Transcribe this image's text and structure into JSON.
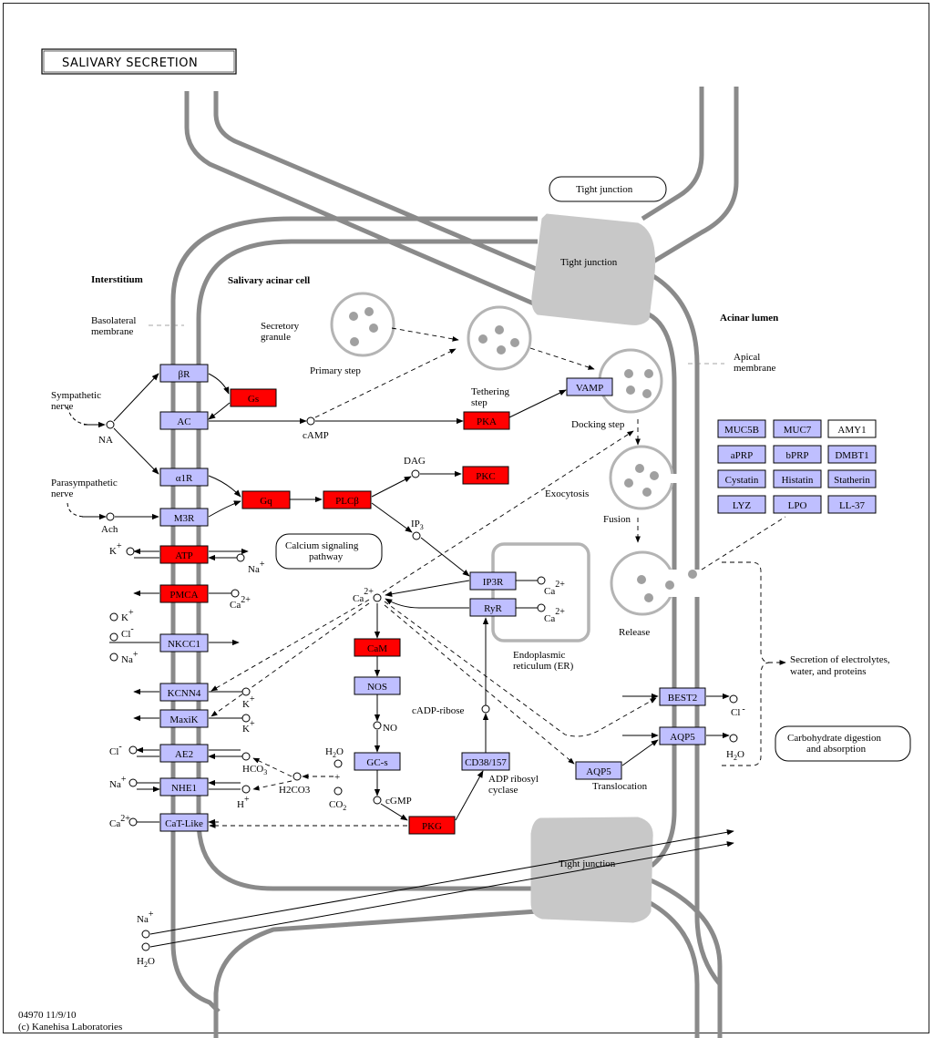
{
  "title": "SALIVARY SECRETION",
  "footer": {
    "line1": "04970 11/9/10",
    "line2": "(c) Kanehisa Laboratories"
  },
  "colors": {
    "gene_fill": "#bfbfff",
    "active_fill": "#ff0000",
    "membrane": "#8a8a8a",
    "junction": "#c8c8c8",
    "granule_dot": "#a0a0a0"
  },
  "region_labels": {
    "interstitium": "Interstitium",
    "acinar_cell": "Salivary acinar cell",
    "acinar_lumen": "Acinar lumen",
    "basolateral": [
      "Basolateral",
      "membrane"
    ],
    "apical": [
      "Apical",
      "membrane"
    ],
    "secretory_granule": [
      "Secretory",
      "granule"
    ],
    "primary_step": "Primary step",
    "tethering_step": [
      "Tethering",
      "step"
    ],
    "docking_step": "Docking step",
    "exocytosis": "Exocytosis",
    "fusion": "Fusion",
    "release": "Release",
    "sympathetic": [
      "Sympathetic",
      "nerve"
    ],
    "parasympathetic": [
      "Parasympathetic",
      "nerve"
    ],
    "er": [
      "Endoplasmic",
      "reticulum (ER)"
    ],
    "adp_ribosyl": [
      "ADP ribosyl",
      "cyclase"
    ],
    "translocation": "Translocation",
    "secretion": [
      "Secretion of electrolytes,",
      "water, and proteins"
    ]
  },
  "pathway_links": {
    "tight_junction_top": "Tight junction",
    "calcium": [
      "Calcium signaling",
      "pathway"
    ],
    "carbohydrate": [
      "Carbohydrate digestion",
      "and absorption"
    ]
  },
  "junctions": {
    "top": "Tight junction",
    "bottom": "Tight junction"
  },
  "compounds": {
    "NA": "NA",
    "Ach": "Ach",
    "cAMP": "cAMP",
    "DAG": "DAG",
    "IP3": "IP",
    "IP3_sub": "3",
    "Ca": "Ca",
    "Ca_sup": "2+",
    "K": "K",
    "K_sup": "+",
    "Na": "Na",
    "Na_sup": "+",
    "Cl": "Cl",
    "Cl_sup": "-",
    "H": "H",
    "H_sup": "+",
    "HCO3": "HCO",
    "HCO3_sub": "3",
    "HCO3_sup": "-",
    "H2O": "H",
    "H2O_2": "2",
    "H2O_O": "O",
    "H2CO3": "H2CO3",
    "CO2": "CO",
    "CO2_sub": "2",
    "plus": "+",
    "NO": "NO",
    "cGMP": "cGMP",
    "cADPribose": "cADP-ribose"
  },
  "genes": {
    "bR": "βR",
    "Gs": "Gs",
    "AC": "AC",
    "PKA": "PKA",
    "VAMP": "VAMP",
    "a1R": "α1R",
    "Gq": "Gq",
    "PLCb": "PLCβ",
    "PKC": "PKC",
    "M3R": "M3R",
    "ATP": "ATP",
    "PMCA": "PMCA",
    "NKCC1": "NKCC1",
    "IP3R": "IP3R",
    "RyR": "RyR",
    "CaM": "CaM",
    "NOS": "NOS",
    "KCNN4": "KCNN4",
    "MaxiK": "MaxiK",
    "GCs": "GC-s",
    "CD38": "CD38/157",
    "AE2": "AE2",
    "NHE1": "NHE1",
    "CaTLike": "CaT-Like",
    "PKG": "PKG",
    "BEST2": "BEST2",
    "AQP5": "AQP5",
    "AQP5b": "AQP5"
  },
  "secreted": [
    "MUC5B",
    "MUC7",
    "AMY1",
    "aPRP",
    "bPRP",
    "DMBT1",
    "Cystatin",
    "Histatin",
    "Statherin",
    "LYZ",
    "LPO",
    "LL-37"
  ]
}
